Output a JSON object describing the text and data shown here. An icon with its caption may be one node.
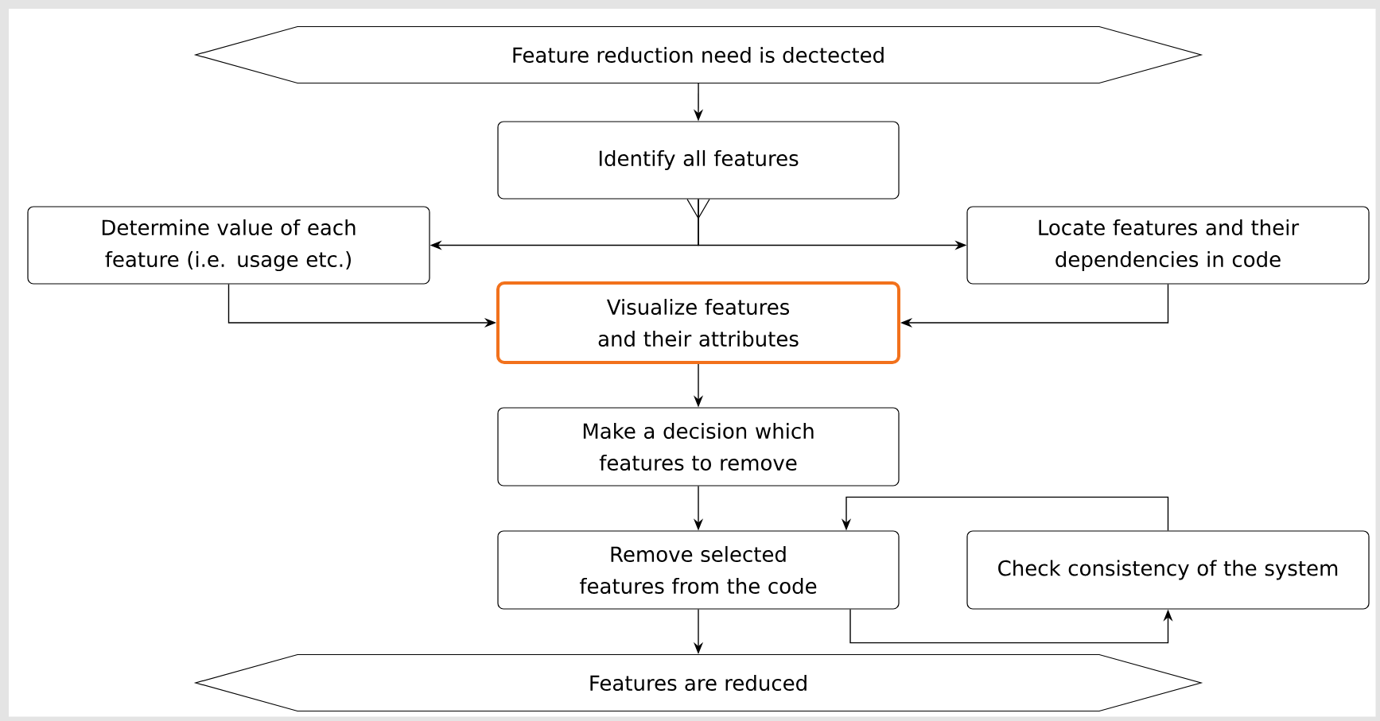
{
  "diagram": {
    "nodes": [
      {
        "text": [
          "Feature reduction need is dectected"
        ]
      },
      {
        "text": [
          "Identify all features"
        ]
      },
      {
        "text": [
          "Determine value of each feature (i.e. usage etc.)"
        ]
      },
      {
        "text": [
          "Locate features and their dependencies in code"
        ]
      },
      {
        "text": [
          "Visualize features and their attributes"
        ]
      },
      {
        "text": [
          "Make a decision which features to remove"
        ]
      },
      {
        "text": [
          "Remove selected features from the code"
        ]
      },
      {
        "text": [
          "Check consistency of the system"
        ]
      },
      {
        "text": [
          "Features are reduced"
        ]
      }
    ],
    "edges": [
      {
        "from": 0,
        "to": 1,
        "arrow": "to"
      },
      {
        "from": 1,
        "to": 2,
        "arrow": "to"
      },
      {
        "from": 1,
        "to": 3,
        "arrow": "to"
      },
      {
        "from": 2,
        "to": 4,
        "arrow": "to"
      },
      {
        "from": 3,
        "to": 4,
        "arrow": "to"
      },
      {
        "from": 4,
        "to": 5,
        "arrow": "to"
      },
      {
        "from": 5,
        "to": 6,
        "arrow": "to"
      },
      {
        "from": 7,
        "to": 6,
        "arrow": "to"
      },
      {
        "from": 6,
        "to": 7,
        "arrow": "to"
      },
      {
        "from": 6,
        "to": 8,
        "arrow": "to"
      }
    ]
  }
}
